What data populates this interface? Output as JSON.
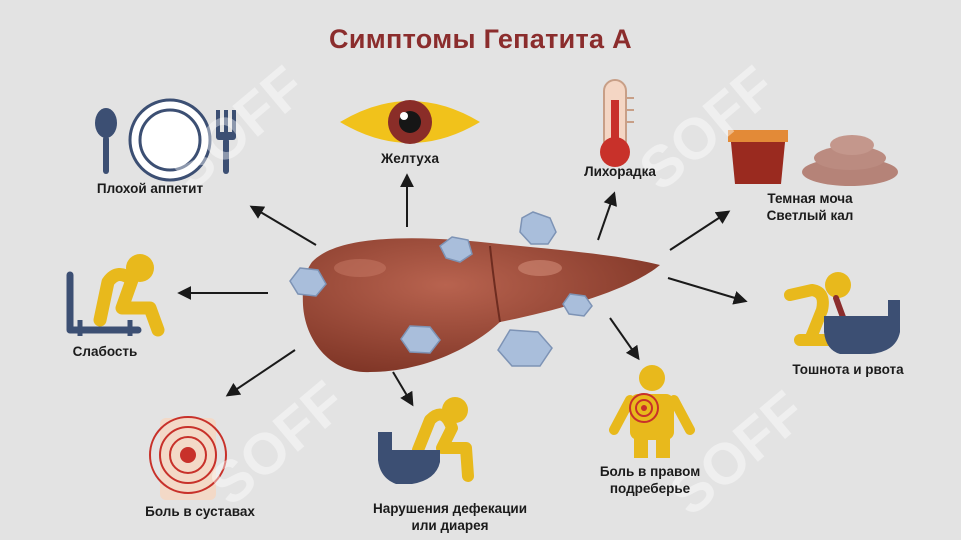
{
  "title": "Симптомы Гепатита А",
  "watermark": "SOFF",
  "symptoms": {
    "appetite": "Плохой аппетит",
    "jaundice": "Желтуха",
    "fever": "Лихорадка",
    "urine_line1": "Темная моча",
    "urine_line2": "Светлый кал",
    "weakness": "Слабость",
    "nausea": "Тошнота и рвота",
    "joints": "Боль в суставах",
    "defecation_line1": "Нарушения дефекации",
    "defecation_line2": "или диарея",
    "rib_line1": "Боль в правом",
    "rib_line2": "подреберье"
  },
  "colors": {
    "title": "#8b2d2d",
    "liver": "#9a4a3a",
    "virus": "#a9bedb",
    "yellow": "#e8b91c",
    "navy": "#3c4f73",
    "red": "#c8312a"
  }
}
